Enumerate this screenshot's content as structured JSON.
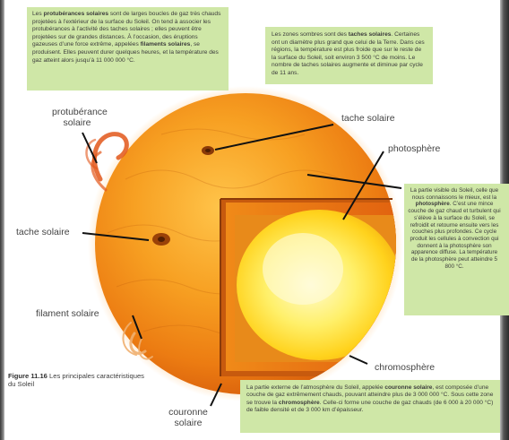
{
  "labels": {
    "protuberance": "protubérance\nsolaire",
    "tache_top": "tache solaire",
    "photosphere": "photosphère",
    "tache_left": "tache solaire",
    "filament": "filament solaire",
    "chromosphere": "chromosphère",
    "couronne": "couronne\nsolaire"
  },
  "caption": {
    "figure": "Figure 11.16",
    "text": "Les principales caractéristiques du Soleil"
  },
  "box_top_left": {
    "parts": [
      {
        "t": "Les "
      },
      {
        "t": "protubérances solaires",
        "b": true
      },
      {
        "t": " sont de larges boucles de gaz très chauds projetées à l’extérieur de la surface du Soleil. On tend à associer les protubérances à l’activité des taches solaires ; elles peuvent être projetées sur de grandes distances. À l’occasion, des éruptions gazeuses d’une force extrême, appelées "
      },
      {
        "t": "filaments solaires",
        "b": true
      },
      {
        "t": ", se produisent. Elles peuvent durer quelques heures, et la température des gaz atteint alors jusqu’à 11 000 000 °C."
      }
    ]
  },
  "box_top_right": {
    "parts": [
      {
        "t": "Les zones sombres sont des "
      },
      {
        "t": "taches solaires",
        "b": true
      },
      {
        "t": ". Certaines ont un diamètre plus grand que celui de la Terre. Dans ces régions, la température est plus froide que sur le reste de la surface du Soleil, soit environ 3 500 °C de moins. Le nombre de taches solaires augmente et diminue par cycle de 11 ans."
      }
    ]
  },
  "box_right": {
    "parts": [
      {
        "t": "La partie visible du Soleil, celle que nous connaissons le mieux, est la "
      },
      {
        "t": "photosphère",
        "b": true
      },
      {
        "t": ". C’est une mince couche de gaz chaud et turbulent qui s’élève à la surface du Soleil, se refroidit et retourne ensuite vers les couches plus profondes. Ce cycle produit les cellules à convection qui donnent à la photosphère son apparence diffuse. La température de la photosphère peut atteindre 5 800 °C."
      }
    ]
  },
  "box_bottom": {
    "parts": [
      {
        "t": "La partie externe de l’atmosphère du Soleil, appelée "
      },
      {
        "t": "couronne solaire",
        "b": true
      },
      {
        "t": ", est composée d’une couche de gaz extrêmement chauds, pouvant atteindre plus de 3 000 000 °C. Sous cette zone se trouve la "
      },
      {
        "t": "chromosphère",
        "b": true
      },
      {
        "t": ". Celle-ci forme une couche de gaz chauds (de 6 000 à 20 000 °C) de faible densité et de 3 000 km d’épaisseur."
      }
    ]
  }
}
